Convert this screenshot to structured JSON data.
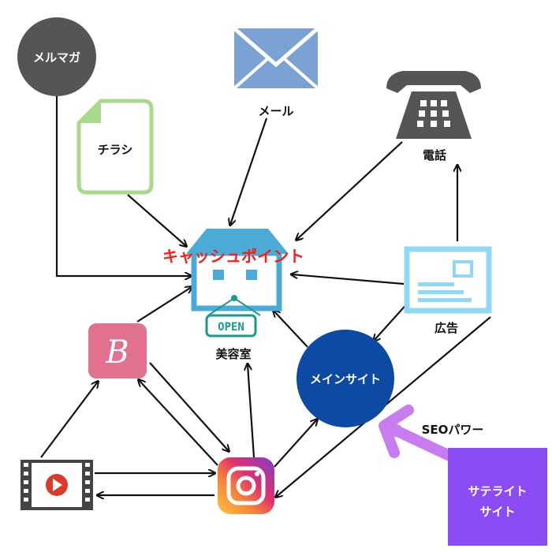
{
  "nodes": {
    "mailmag": "メルマガ",
    "mail": "メール",
    "phone": "電話",
    "flyer": "チラシ",
    "cashpoint": "キャッシュポイント",
    "salon": "美容室",
    "open_sign": "OPEN",
    "ad": "広告",
    "main_site": "メインサイト",
    "seo": "SEOパワー",
    "satellite_line1": "サテライト",
    "satellite_line2": "サイト",
    "blog_letter": "B"
  },
  "colors": {
    "mailmag_circle": "#555555",
    "envelope": "#7aa3d3",
    "phone": "#555555",
    "flyer_outline": "#a9d98b",
    "shop": "#4aabd6",
    "cashpoint_text": "#ff1a1a",
    "open_sign": "#1b9a8a",
    "ad_frame": "#8fd9f7",
    "main_site": "#0d4aa3",
    "seo_arrow": "#c77df0",
    "satellite": "#8b4bf5",
    "blog": "#e2708f",
    "video": "#444444",
    "video_play": "#d93a2b",
    "arrow": "#111111"
  },
  "icons": [
    "mail-icon",
    "phone-icon",
    "flyer-icon",
    "shop-icon",
    "ad-icon",
    "blog-icon",
    "video-icon",
    "instagram-icon"
  ]
}
